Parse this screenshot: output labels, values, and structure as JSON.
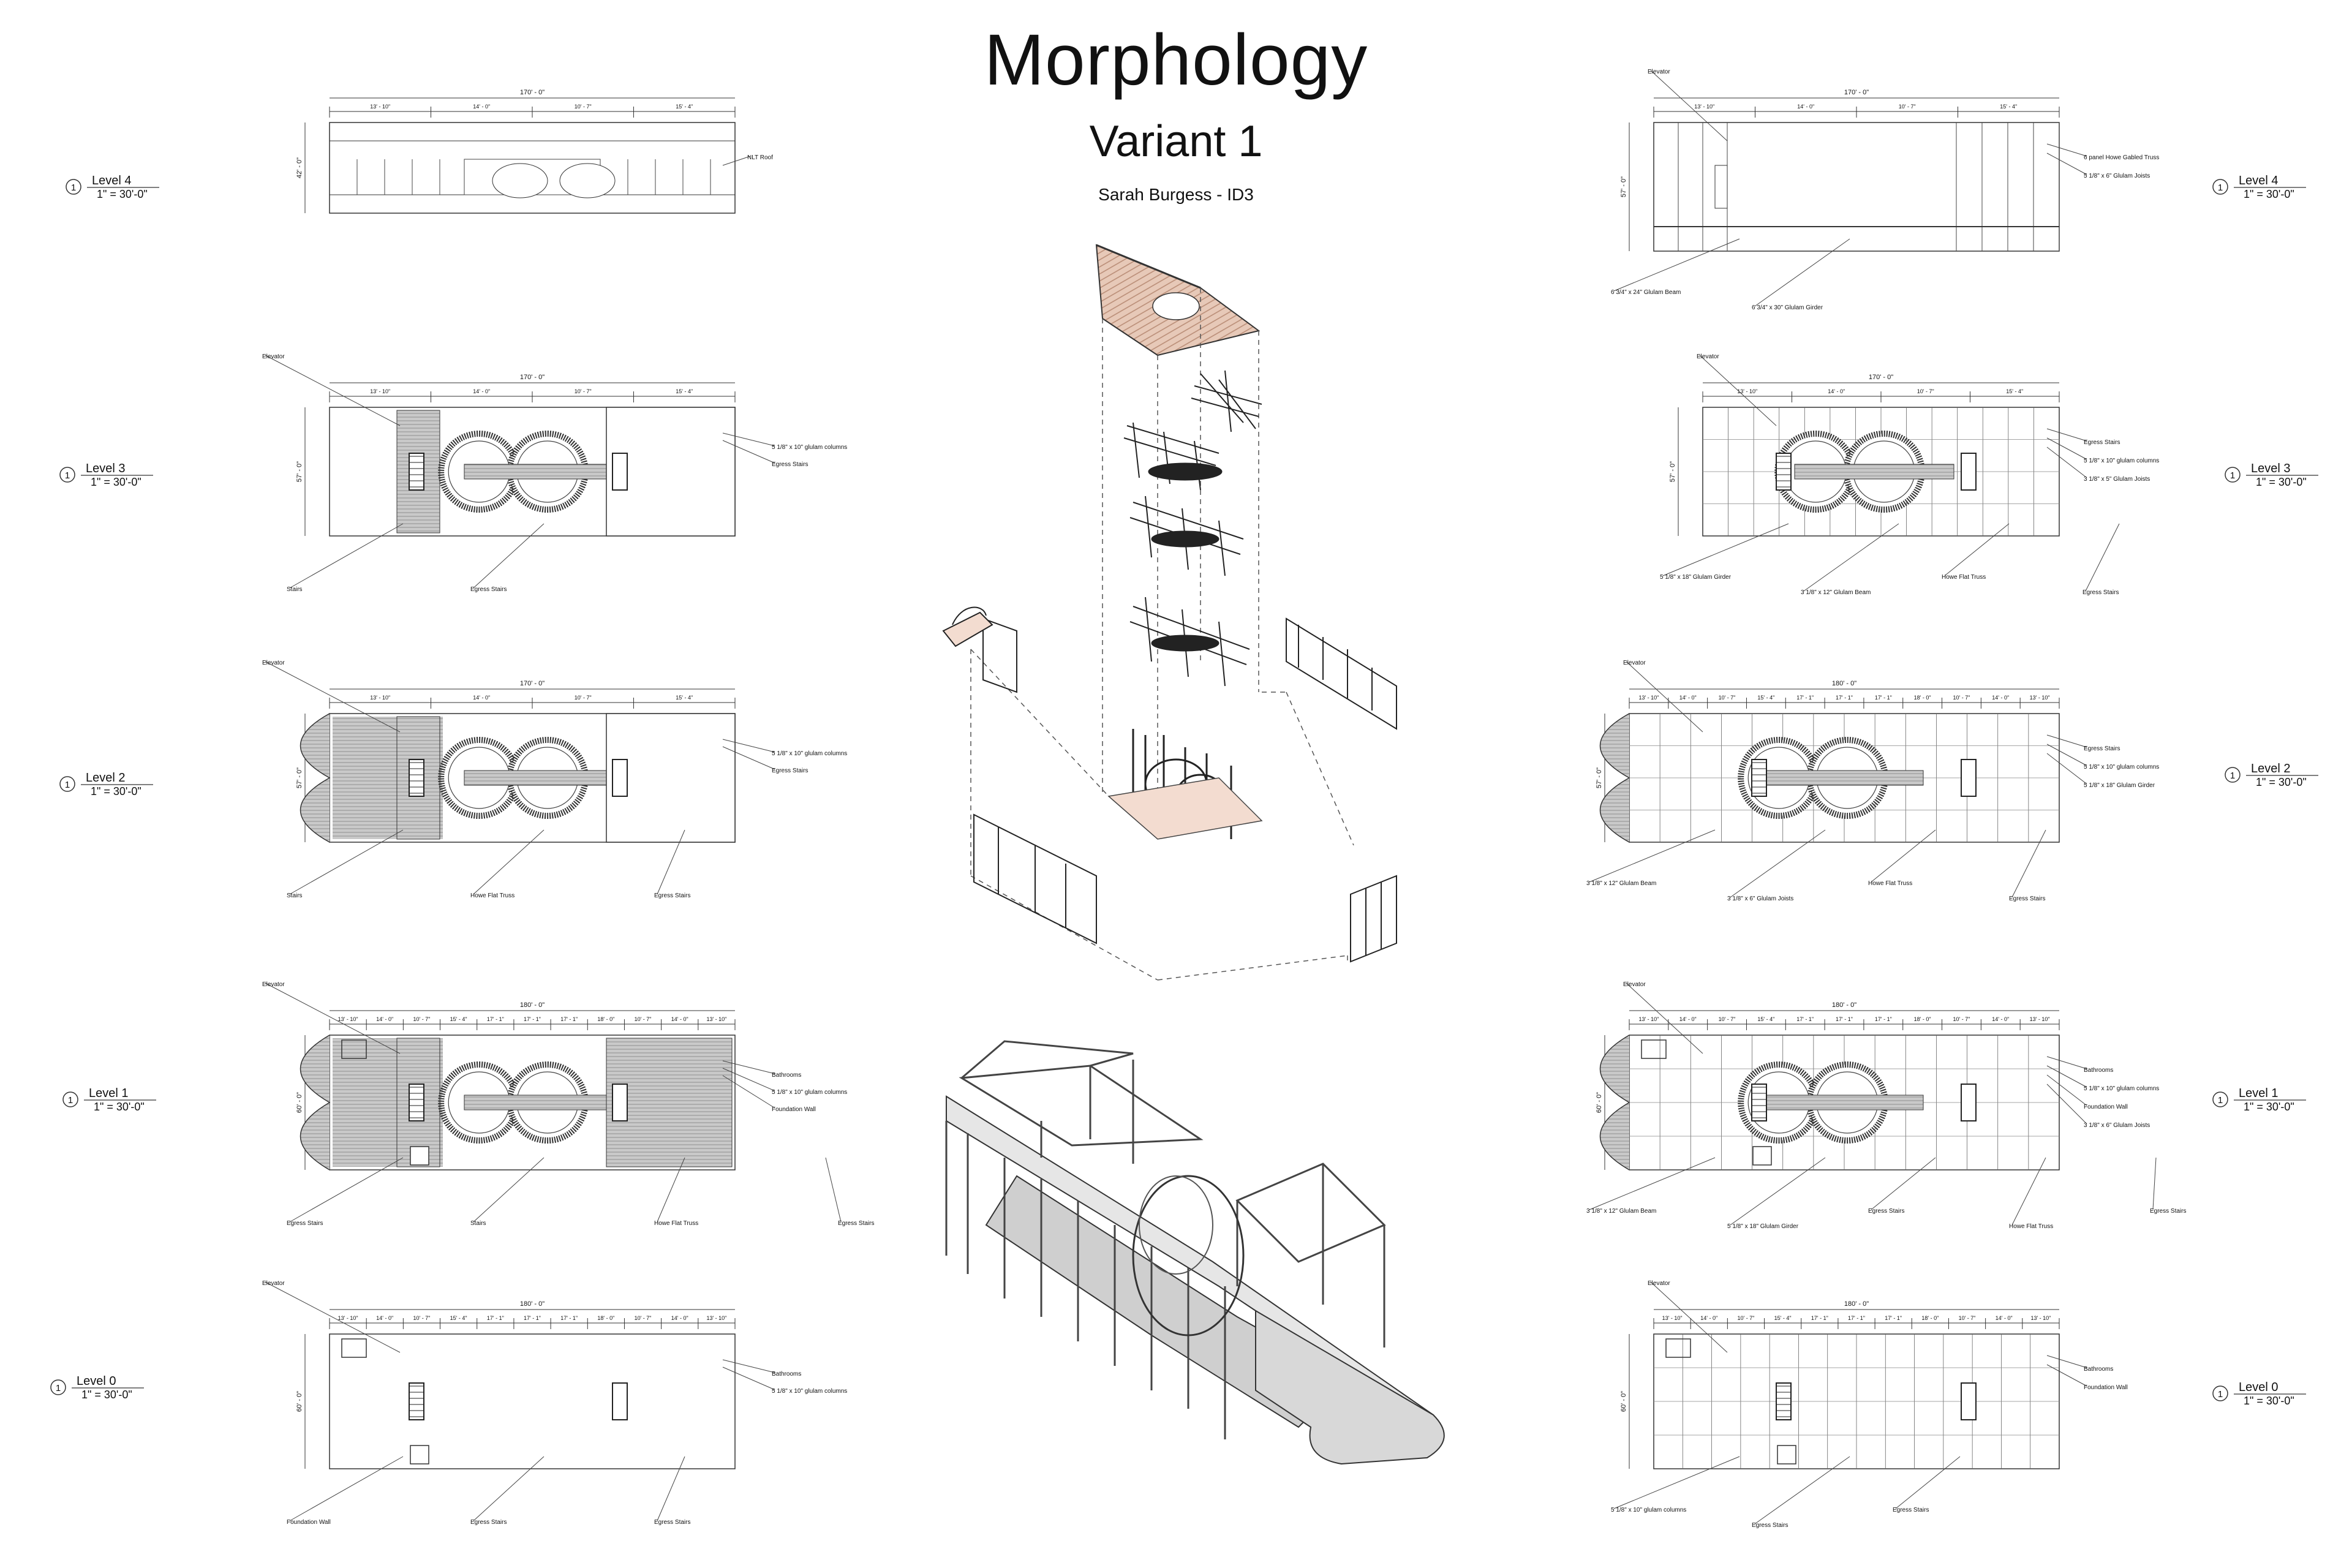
{
  "sheet": {
    "title": "Morphology",
    "subtitle": "Variant 1",
    "author": "Sarah Burgess - ID3"
  },
  "common": {
    "scale": "1\" = 30'-0\"",
    "marker": "1",
    "dim_170": "170' - 0\"",
    "dim_180": "180' - 0\"",
    "segs_short": [
      "13' - 10\"",
      "14' - 0\"",
      "10' - 7\"",
      "15' - 4\""
    ],
    "segs_long": [
      "13' - 10\"",
      "14' - 0\"",
      "10' - 7\"",
      "15' - 4\"",
      "17' - 1\"",
      "17' - 1\"",
      "17' - 1\"",
      "18' - 0\"",
      "10' - 7\"",
      "14' - 0\"",
      "13' - 10\""
    ]
  },
  "left_plans": [
    {
      "id": "L4",
      "level": "Level 4",
      "depth": "42' - 0\"",
      "labels": [
        "NLT Roof"
      ]
    },
    {
      "id": "L3",
      "level": "Level 3",
      "depth": "57' - 0\"",
      "labels": [
        "Elevator",
        "5 1/8\" x 10\" glulam columns",
        "Egress Stairs",
        "Stairs",
        "Egress Stairs"
      ]
    },
    {
      "id": "L2",
      "level": "Level 2",
      "depth": "57' - 0\"",
      "labels": [
        "Elevator",
        "5 1/8\" x 10\" glulam columns",
        "Egress Stairs",
        "Stairs",
        "Howe Flat Truss",
        "Egress Stairs"
      ]
    },
    {
      "id": "L1",
      "level": "Level 1",
      "depth": "60' - 0\"",
      "labels": [
        "Elevator",
        "Bathrooms",
        "5 1/8\" x 10\" glulam columns",
        "Foundation Wall",
        "Egress Stairs",
        "Stairs",
        "Howe Flat Truss",
        "Egress Stairs"
      ]
    },
    {
      "id": "L0",
      "level": "Level 0",
      "depth": "60' - 0\"",
      "labels": [
        "Elevator",
        "Bathrooms",
        "5 1/8\" x 10\" glulam columns",
        "Foundation Wall",
        "Egress Stairs",
        "Egress Stairs"
      ]
    }
  ],
  "right_plans": [
    {
      "id": "R4",
      "level": "Level 4",
      "depth": "57' - 0\"",
      "labels": [
        "Elevator",
        "6 panel Howe Gabled Truss",
        "5 1/8\" x 6\" Glulam Joists",
        "6 3/4\" x 24\" Glulam Beam",
        "6 3/4\" x 30\" Glulam Girder"
      ]
    },
    {
      "id": "R3",
      "level": "Level 3",
      "depth": "57' - 0\"",
      "labels": [
        "Elevator",
        "Egress Stairs",
        "5 1/8\" x 10\" glulam columns",
        "3 1/8\" x 5\" Glulam Joists",
        "5 1/8\" x 18\" Glulam Girder",
        "3 1/8\" x 12\" Glulam Beam",
        "Howe Flat Truss",
        "Egress Stairs"
      ]
    },
    {
      "id": "R2",
      "level": "Level 2",
      "depth": "57' - 0\"",
      "labels": [
        "Elevator",
        "Egress Stairs",
        "5 1/8\" x 10\" glulam columns",
        "5 1/8\" x 18\" Glulam Girder",
        "3 1/8\" x 12\" Glulam Beam",
        "3 1/8\" x 6\" Glulam Joists",
        "Howe Flat Truss",
        "Egress Stairs"
      ]
    },
    {
      "id": "R1",
      "level": "Level 1",
      "depth": "60' - 0\"",
      "labels": [
        "Elevator",
        "Bathrooms",
        "5 1/8\" x 10\" glulam columns",
        "Foundation Wall",
        "3 1/8\" x 6\" Glulam Joists",
        "3 1/8\" x 12\" Glulam Beam",
        "5 1/8\" x 18\" Glulam Girder",
        "Egress Stairs",
        "Howe Flat Truss",
        "Egress Stairs"
      ]
    },
    {
      "id": "R0",
      "level": "Level 0",
      "depth": "60' - 0\"",
      "labels": [
        "Elevator",
        "Bathrooms",
        "Foundation Wall",
        "5 1/8\" x 10\" glulam columns",
        "Egress Stairs",
        "Egress Stairs"
      ]
    }
  ]
}
